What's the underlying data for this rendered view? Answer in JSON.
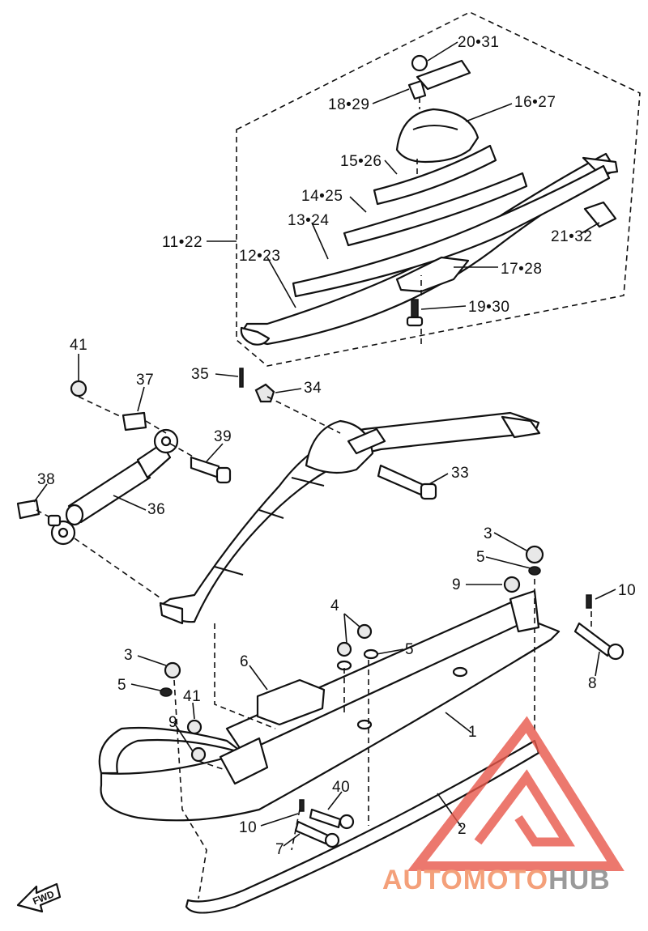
{
  "labels": {
    "l20_31": "20•31",
    "l18_29": "18•29",
    "l16_27": "16•27",
    "l15_26": "15•26",
    "l14_25": "14•25",
    "l13_24": "13•24",
    "l11_22": "11•22",
    "l12_23": "12•23",
    "l21_32": "21•32",
    "l17_28": "17•28",
    "l19_30": "19•30",
    "l41a": "41",
    "l37": "37",
    "l35": "35",
    "l34": "34",
    "l39": "39",
    "l33": "33",
    "l38": "38",
    "l36": "36",
    "l3a": "3",
    "l5a": "5",
    "l9a": "9",
    "l10a": "10",
    "l4": "4",
    "l5b": "5",
    "l8": "8",
    "l3b": "3",
    "l6": "6",
    "l5c": "5",
    "l41b": "41",
    "l9b": "9",
    "l1": "1",
    "l40": "40",
    "l10b": "10",
    "l7": "7",
    "l2": "2"
  },
  "find_label": "FWD",
  "watermark": {
    "part1": "AUTOMOTO",
    "part2": "HUB",
    "color1": "#f4a07a",
    "color2": "#9a9a9a",
    "logo_color": "#e8574a"
  }
}
